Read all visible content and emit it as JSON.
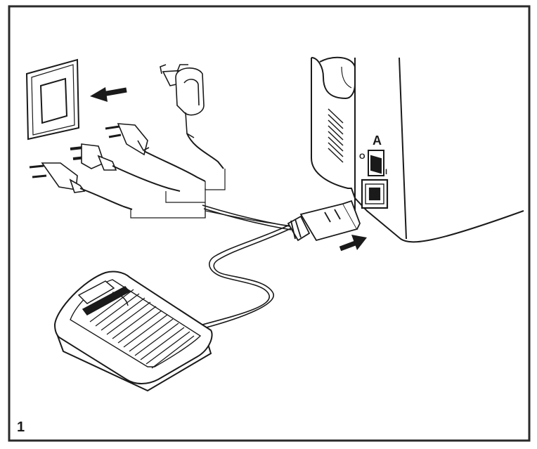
{
  "figure": {
    "number": "1",
    "callout_a": "A",
    "switch_on_mark": "I",
    "switch_off_mark": "O"
  },
  "colors": {
    "ink": "#1a1a1a",
    "paper": "#ffffff",
    "frame": "#2a2a2a"
  }
}
